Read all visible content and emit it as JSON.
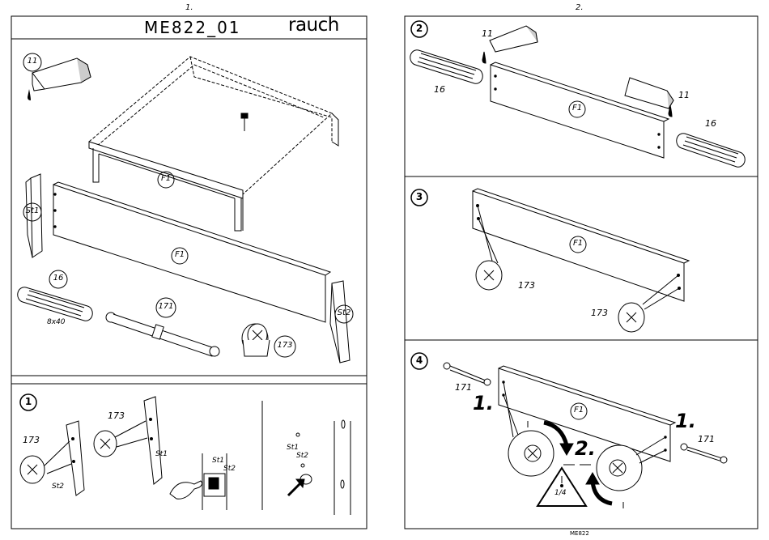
{
  "pages": {
    "left_number": "1.",
    "right_number": "2."
  },
  "header": {
    "model_code": "ME822_01",
    "brand": "rauch"
  },
  "parts": {
    "glue": "11",
    "dowel": "16",
    "dowel_size": "8x40",
    "connector_bolt": "171",
    "cam_lock": "173",
    "side_panel_1": "St1",
    "side_panel_2": "St2",
    "front_panel": "F1"
  },
  "steps": [
    {
      "number": "1"
    },
    {
      "number": "2"
    },
    {
      "number": "3"
    },
    {
      "number": "4"
    }
  ],
  "step4": {
    "order_1": "1.",
    "order_2": "2.",
    "warning_turn": "1/4"
  },
  "step1": {
    "panel_pair": "St1\nSt2"
  },
  "footer": {
    "code": "ME822"
  }
}
